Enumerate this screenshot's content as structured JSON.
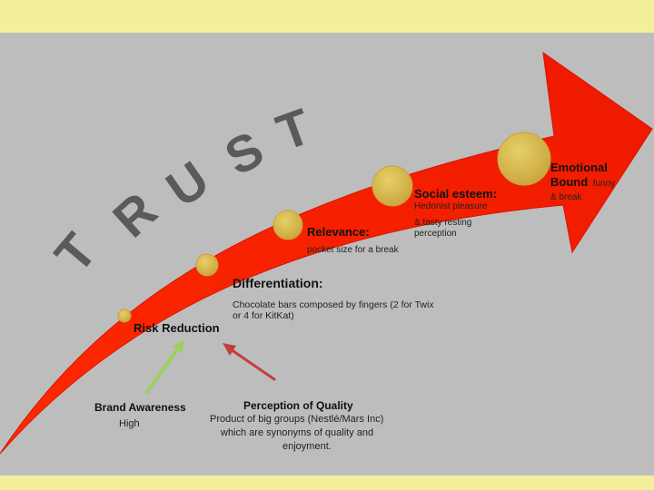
{
  "trust_letters": [
    "T",
    "R",
    "U",
    "S",
    "T"
  ],
  "stages": {
    "risk_reduction": {
      "title": "Risk Reduction"
    },
    "differentiation": {
      "title": "Differentiation:",
      "description_line1": "Chocolate bars composed by fingers (2 for Twix",
      "description_line2": "or 4 for KitKat)"
    },
    "relevance": {
      "title": "Relevance:",
      "description": "pocket size for a break"
    },
    "social_esteem": {
      "title": "Social esteem:",
      "description_line1": "Hedonist pleasure",
      "description_line2": "& tasty resting",
      "description_line3": "perception"
    },
    "emotional_bound": {
      "title_line1": "Emotional",
      "title_line2": "Bound",
      "description_line1": ": funny",
      "description_line2": "& break"
    }
  },
  "drivers": {
    "brand_awareness": {
      "title": "Brand Awareness",
      "value": "High"
    },
    "perception_of_quality": {
      "title": "Perception of Quality",
      "description_line1": "Product of big groups (Nestlé/Mars Inc)",
      "description_line2": "which are synonyms of quality and",
      "description_line3": "enjoyment."
    }
  },
  "colors": {
    "band": "#f3ef9c",
    "background": "#bdbdbd",
    "arrow": "#f01a00",
    "circle": "#d4b44a",
    "green_arrow": "#9ccf5c",
    "red_arrow": "#c0413a",
    "trust_text": "#5a5a5a"
  }
}
